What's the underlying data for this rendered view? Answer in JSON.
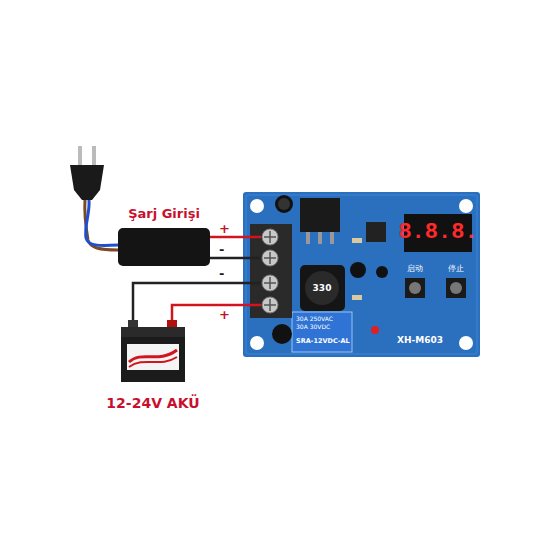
{
  "diagram": {
    "nodes": [
      {
        "text": [
          "Şarj Girişi"
        ]
      },
      {
        "text": [
          "12-24V AKÜ"
        ]
      },
      {
        "text": [
          "XH-M603"
        ]
      }
    ],
    "edges": [
      {
        "from": 0,
        "to": 2,
        "arrow": "none",
        "label": "+"
      },
      {
        "from": 0,
        "to": 2,
        "arrow": "none",
        "label": "-"
      },
      {
        "from": 1,
        "to": 2,
        "arrow": "none",
        "label": "-"
      },
      {
        "from": 1,
        "to": 2,
        "arrow": "none",
        "label": "+"
      }
    ],
    "labels": [
      "330",
      "30A 250VAC",
      "30A 30VDC",
      "SRA-12VDC-AL",
      "8.8.8.",
      "启动",
      "停止"
    ]
  }
}
